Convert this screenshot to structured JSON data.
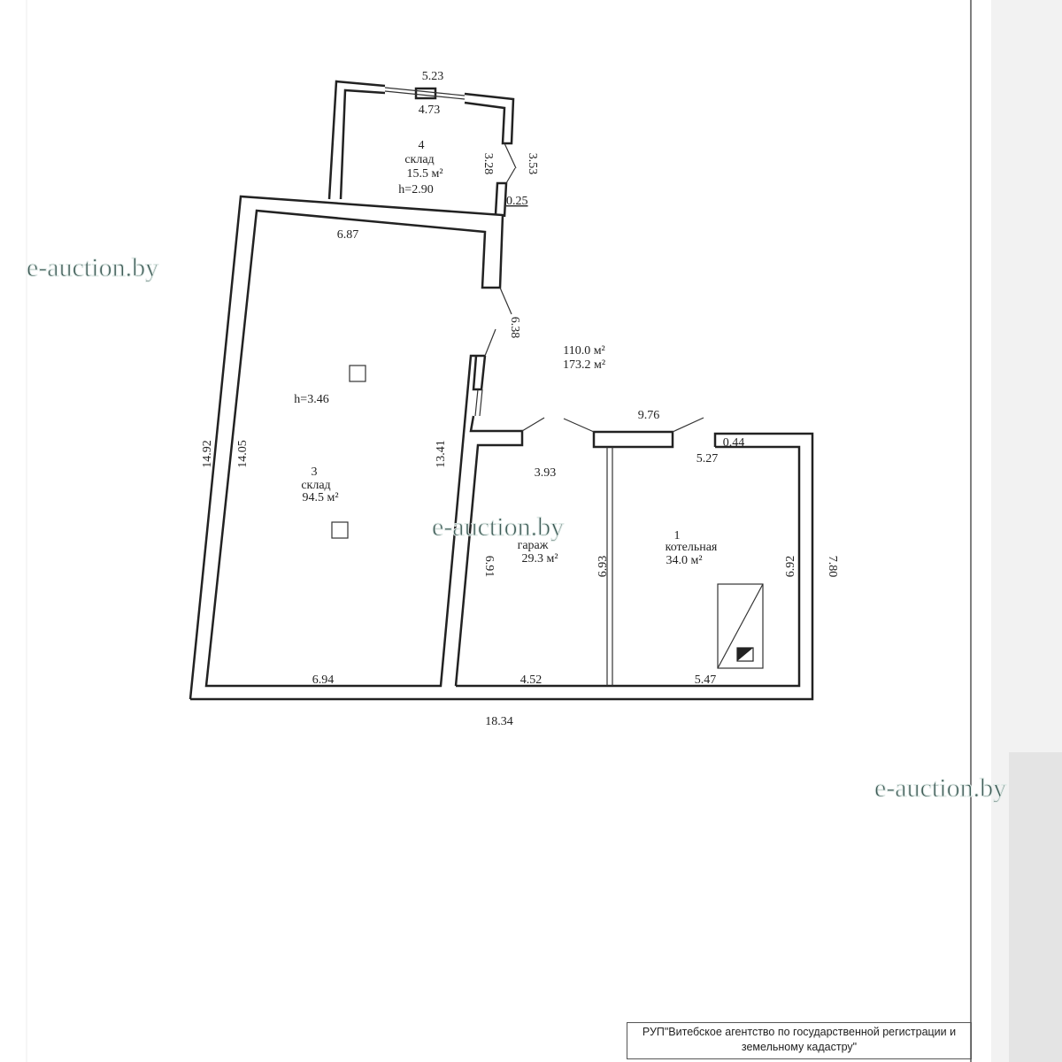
{
  "rooms": [
    {
      "number": "4",
      "name": "склад",
      "area": "15.5 м²",
      "height": "h=2.90"
    },
    {
      "number": "3",
      "name": "склад",
      "area": "94.5 м²",
      "height": "h=3.46"
    },
    {
      "number": "",
      "name": "гараж",
      "area": "29.3 м²"
    },
    {
      "number": "1",
      "name": "котельная",
      "area": "34.0 м²"
    }
  ],
  "totals": {
    "main": "110.0 м²",
    "total": "173.2 м²"
  },
  "dimensions": {
    "d523": "5.23",
    "d473": "4.73",
    "d328": "3.28",
    "d353": "3.53",
    "d025": "0.25",
    "d687": "6.87",
    "d638": "6.38",
    "d1492": "14.92",
    "d1405": "14.05",
    "d1341": "13.41",
    "d694": "6.94",
    "d976": "9.76",
    "d044": "0.44",
    "d393": "3.93",
    "d527": "5.27",
    "d691": "6.91",
    "d693": "6.93",
    "d692": "6.92",
    "d780": "7.80",
    "d452": "4.52",
    "d547": "5.47",
    "d1834": "18.34"
  },
  "watermark": "e-auction.by",
  "footer": {
    "line1": "РУП\"Витебское агентство по государственной регистрации и",
    "line2": "земельному кадастру\""
  }
}
